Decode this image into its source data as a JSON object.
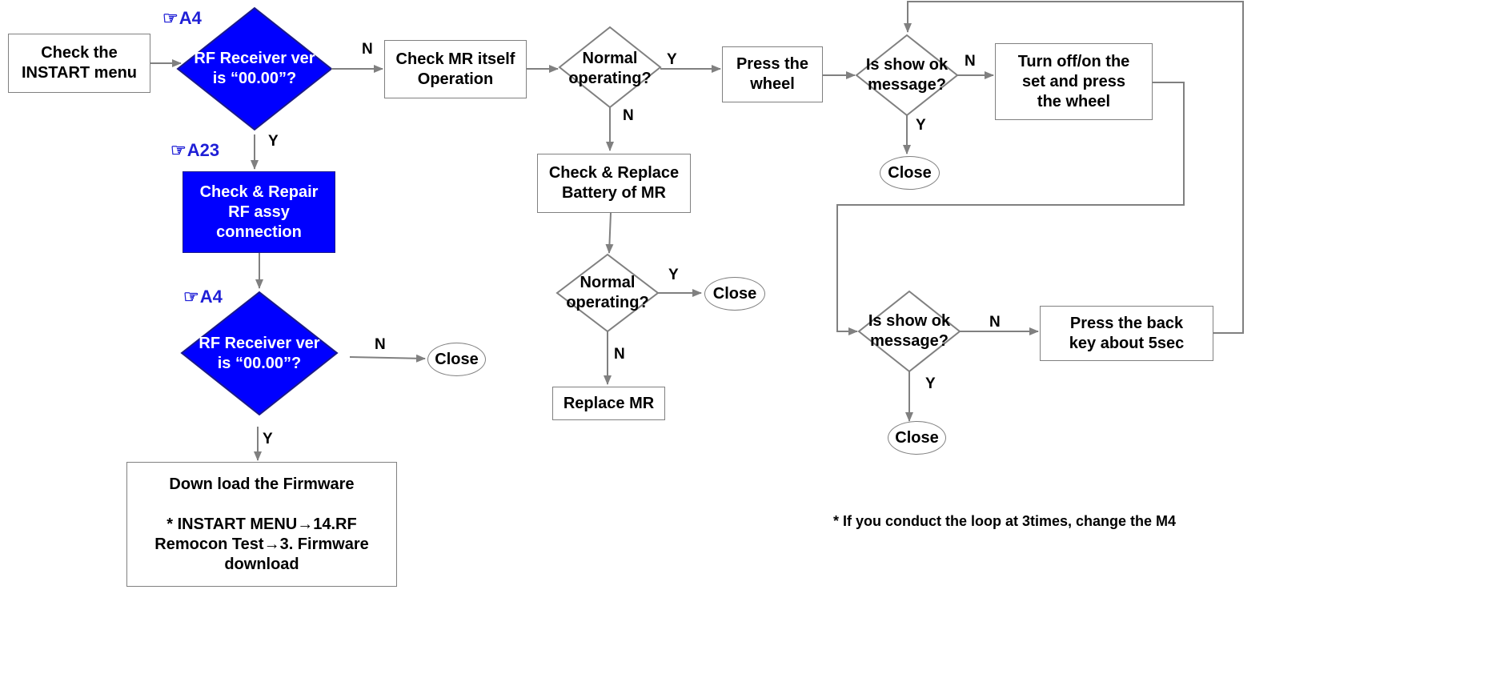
{
  "refs": {
    "a4_top": "A4",
    "a23": "A23",
    "a4_mid": "A4",
    "hand_glyph": "☞"
  },
  "nodes": {
    "check_instart": "Check the\nINSTART menu",
    "rf_ver_1": "RF Receiver ver\nis “00.00”?",
    "check_mr_itself": "Check MR itself\nOperation",
    "normal_op_1": "Normal\noperating?",
    "press_wheel": "Press the\nwheel",
    "show_ok_1": "Is show ok\nmessage?",
    "turn_off_on": "Turn off/on the\nset and press\nthe wheel",
    "close_1": "Close",
    "check_repair_rf": "Check & Repair\nRF assy\nconnection",
    "check_replace_battery": "Check & Replace\nBattery of MR",
    "normal_op_2": "Normal\noperating?",
    "close_2": "Close",
    "rf_ver_2": "RF Receiver ver\nis “00.00”?",
    "close_3": "Close",
    "replace_mr": "Replace MR",
    "show_ok_2": "Is show ok\nmessage?",
    "press_back": "Press the back\nkey about 5sec",
    "close_4": "Close",
    "download_fw": "Down load the Firmware\n\n* INSTART MENU→14.RF\nRemocon  Test→3. Firmware\ndownload"
  },
  "edge_labels": {
    "n1": "N",
    "y1": "Y",
    "y2": "Y",
    "n2": "N",
    "y3": "Y",
    "n3": "N",
    "y4": "Y",
    "n4": "N",
    "n5": "N",
    "y5": "Y",
    "n6": "N",
    "y6": "Y"
  },
  "footnote": "* If you conduct the loop at 3times, change the M4",
  "colors": {
    "blue_fill": "#0000ff",
    "line": "#808080",
    "ref_text": "#1f1fd6"
  }
}
